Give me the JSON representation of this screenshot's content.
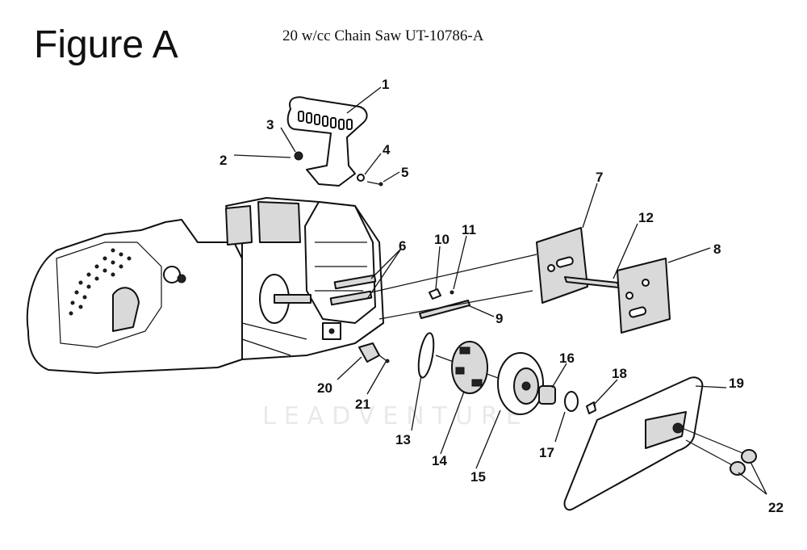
{
  "header": {
    "figure_title": "Figure A",
    "model_caption": "20 w/cc Chain Saw UT-10786-A"
  },
  "watermark": "LEADVENTURE",
  "callouts": [
    "1",
    "2",
    "3",
    "4",
    "5",
    "6",
    "7",
    "8",
    "9",
    "10",
    "11",
    "12",
    "13",
    "14",
    "15",
    "16",
    "17",
    "18",
    "19",
    "20",
    "21",
    "22"
  ]
}
